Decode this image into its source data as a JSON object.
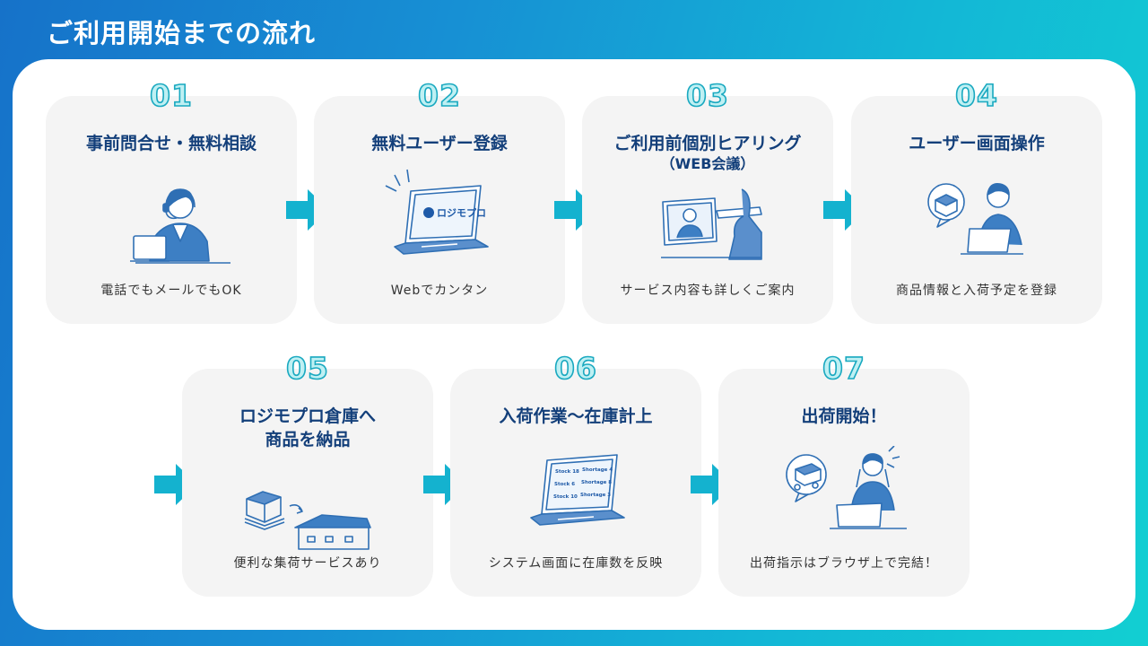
{
  "page": {
    "title": "ご利用開始までの流れ"
  },
  "steps": [
    {
      "num": "01",
      "title": "事前問合せ・無料相談",
      "subtitle": "",
      "caption": "電話でもメールでもOK"
    },
    {
      "num": "02",
      "title": "無料ユーザー登録",
      "subtitle": "",
      "caption": "Webでカンタン",
      "logo_text": "ロジモプロ"
    },
    {
      "num": "03",
      "title": "ご利用前個別ヒアリング",
      "subtitle": "（WEB会議）",
      "caption": "サービス内容も詳しくご案内"
    },
    {
      "num": "04",
      "title": "ユーザー画面操作",
      "subtitle": "",
      "caption": "商品情報と入荷予定を登録"
    },
    {
      "num": "05",
      "title": "ロジモプロ倉庫へ",
      "subtitle": "商品を納品",
      "caption": "便利な集荷サービスあり"
    },
    {
      "num": "06",
      "title": "入荷作業～在庫計上",
      "subtitle": "",
      "caption": "システム画面に在庫数を反映",
      "screen_labels": [
        "Stock 18",
        "Shortage 4",
        "Stock 6",
        "Shortage 8",
        "Stock 10",
        "Shortage 3"
      ]
    },
    {
      "num": "07",
      "title": "出荷開始！",
      "subtitle": "",
      "caption": "出荷指示はブラウザ上で完結！"
    }
  ],
  "colors": {
    "accent": "#1aa9c0",
    "arrow": "#14b2cf",
    "heading": "#133f7a",
    "illus": "#2f6fb4"
  },
  "icons": [
    "operator-icon",
    "laptop-logo-icon",
    "web-meeting-icon",
    "user-laptop-icon",
    "boxes-warehouse-icon",
    "stock-laptop-icon",
    "shipping-celebrate-icon",
    "arrow-right-icon"
  ]
}
